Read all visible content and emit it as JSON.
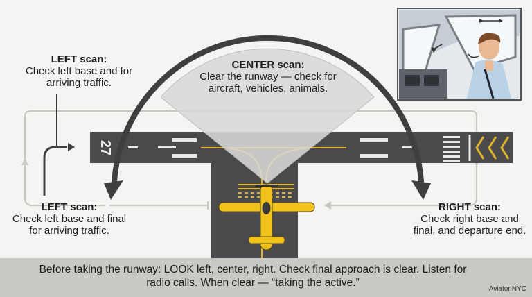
{
  "runway_number": "27",
  "labels": {
    "left_top": {
      "head": "LEFT scan:",
      "body": "Check left base and for arriving traffic."
    },
    "center": {
      "head": "CENTER scan:",
      "body": "Clear the runway — check for aircraft, vehicles, animals."
    },
    "left_bottom": {
      "head": "LEFT scan:",
      "body": "Check left base and final for arriving traffic."
    },
    "right": {
      "head": "RIGHT scan:",
      "body": "Check right base and final, and departure end."
    }
  },
  "footer": {
    "text": "Before taking the runway: LOOK left, center, right. Check final approach is clear. Listen for radio calls. When clear — “taking the active.”",
    "credit": "Aviator.NYC"
  },
  "colors": {
    "runway": "#4a4a4d",
    "taxi_line": "#e1b52a",
    "aircraft": "#f2c21a",
    "scan_arrow": "#3f3f42",
    "footer_band": "#c9c9c6"
  }
}
